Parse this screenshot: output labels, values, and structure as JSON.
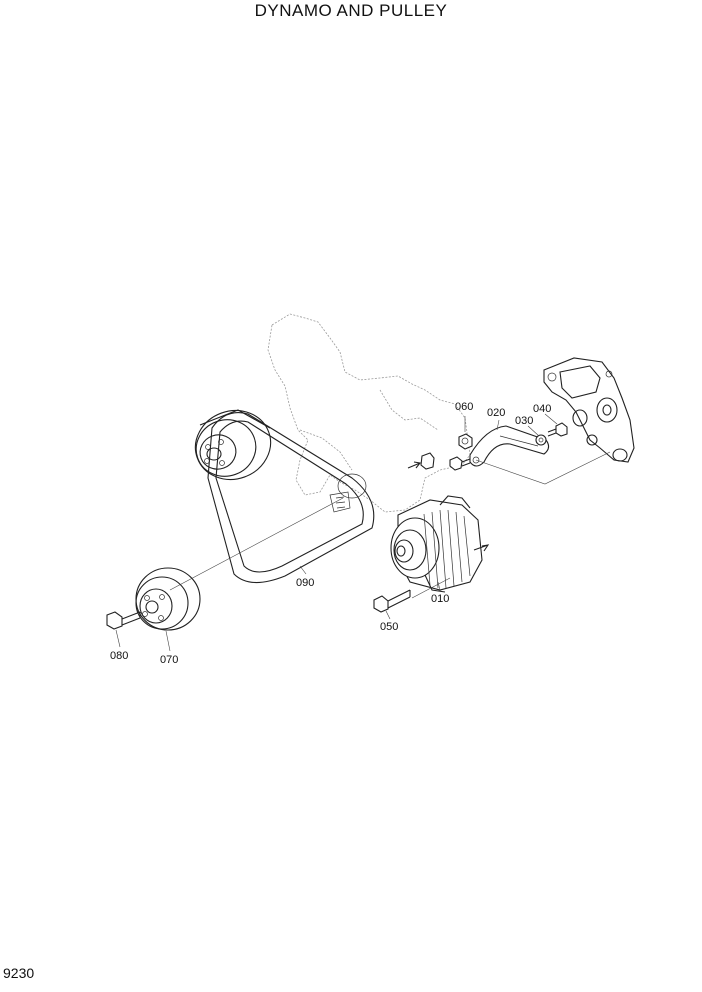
{
  "page": {
    "title": "DYNAMO AND PULLEY",
    "page_number": "9230"
  },
  "callouts": {
    "p010": "010",
    "p020": "020",
    "p030": "030",
    "p040": "040",
    "p050": "050",
    "p060": "060",
    "p070": "070",
    "p080": "080",
    "p090": "090"
  }
}
